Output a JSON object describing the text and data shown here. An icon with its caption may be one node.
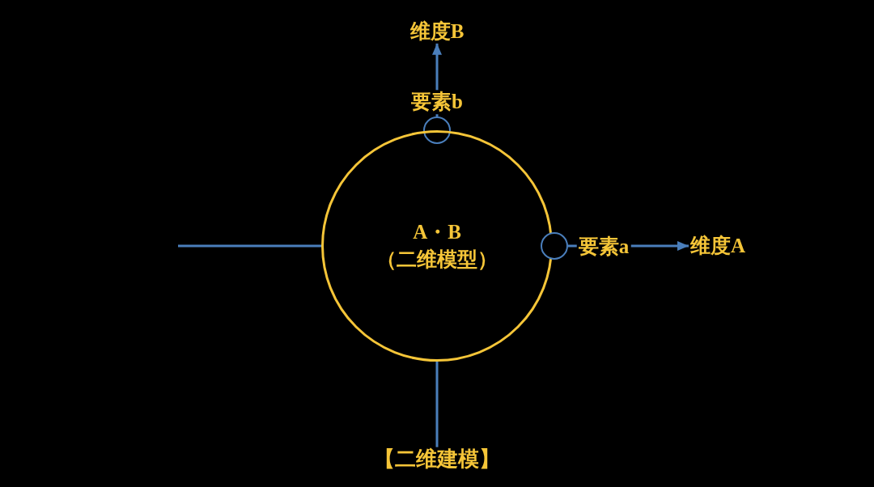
{
  "diagram": {
    "nodes": [
      {
        "text": [
          "维度B"
        ]
      },
      {
        "text": [],
        "shape": "circle"
      },
      {
        "text": [
          "A・B",
          "（二维模型）"
        ]
      },
      {
        "text": [],
        "shape": "circle"
      },
      {
        "text": [
          "维度A"
        ]
      },
      {
        "text": [
          "【二维建模】"
        ]
      }
    ],
    "edges": [
      {
        "from": 1,
        "to": 0,
        "arrow": "to",
        "label": "要素b"
      },
      {
        "from": 3,
        "to": 4,
        "arrow": "to",
        "label": "要素a"
      },
      {
        "from": 2,
        "to": 5,
        "arrow": "none"
      },
      {
        "from": 2,
        "to": null,
        "arrow": "none"
      }
    ]
  }
}
